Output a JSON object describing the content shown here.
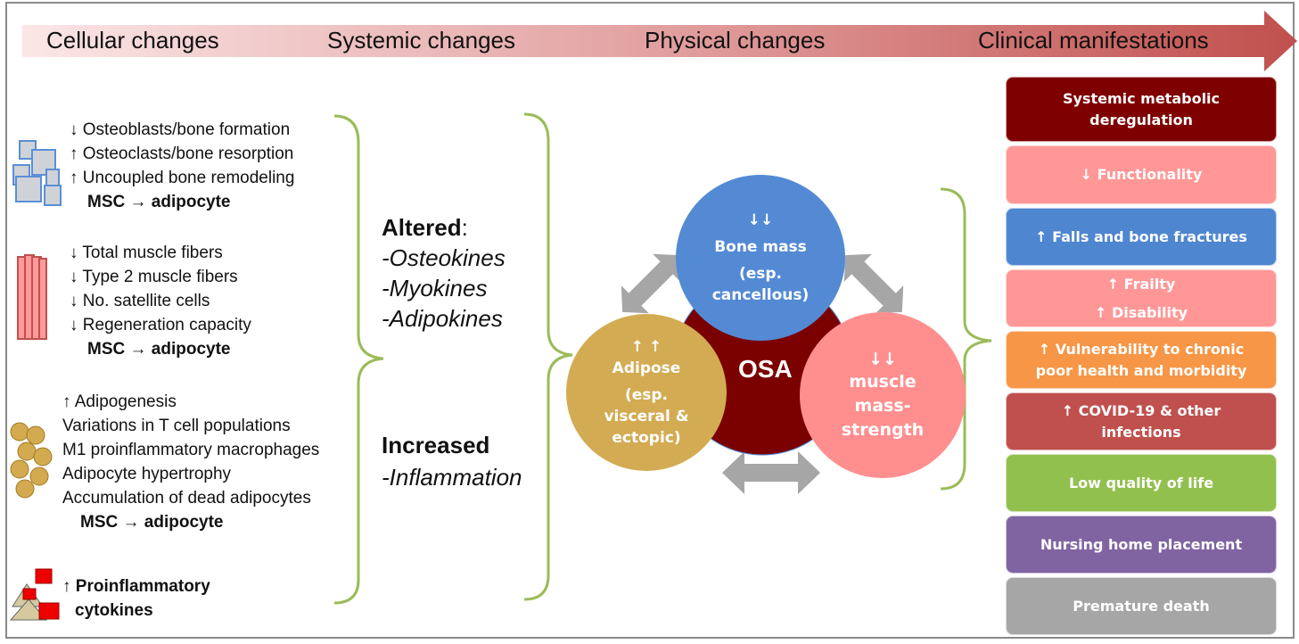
{
  "header": {
    "stages": [
      "Cellular changes",
      "Systemic changes",
      "Physical changes",
      "Clinical manifestations"
    ]
  },
  "cellular": {
    "bone": [
      "↓ Osteoblasts/bone formation",
      "↑ Osteoclasts/bone resorption",
      "↑ Uncoupled bone remodeling",
      "MSC → adipocyte"
    ],
    "muscle": [
      "↓ Total muscle fibers",
      "↓ Type 2 muscle fibers",
      "↓ No. satellite cells",
      "↓ Regeneration capacity",
      "MSC → adipocyte"
    ],
    "adipose": [
      "↑ Adipogenesis",
      "Variations in T cell populations",
      "M1 proinflammatory macrophages",
      "Adipocyte hypertrophy",
      "Accumulation of dead adipocytes",
      "MSC → adipocyte"
    ],
    "cytokines": {
      "arrow": "↑",
      "line1": "Proinflammatory",
      "line2": "cytokines"
    }
  },
  "systemic": {
    "altered": "Altered",
    "colon": ":",
    "altered_items": [
      "-Osteokines",
      "-Myokines",
      "-Adipokines"
    ],
    "increased": "Increased",
    "increased_items": [
      "-Inflammation"
    ]
  },
  "physical": {
    "center": "OSA",
    "bone": {
      "arrows": "↓↓",
      "title": "Bone mass",
      "sub": "(esp. cancellous)"
    },
    "adipose": {
      "arrows": "↑ ↑",
      "title": "Adipose",
      "sub": "(esp. visceral & ectopic)"
    },
    "muscle": {
      "arrows": "↓↓",
      "title": "muscle mass-strength"
    }
  },
  "clinical": [
    {
      "lines": [
        "Systemic metabolic",
        "deregulation"
      ],
      "color": "#7f0000"
    },
    {
      "lines": [
        "↓ Functionality"
      ],
      "color": "#ff9797"
    },
    {
      "lines": [
        "↑ Falls and bone fractures"
      ],
      "color": "#4f86d0"
    },
    {
      "lines": [
        "↑ Frailty",
        "↑  Disability"
      ],
      "color": "#ff9797"
    },
    {
      "lines": [
        "↑ Vulnerability to chronic",
        "poor health and morbidity"
      ],
      "color": "#f79646"
    },
    {
      "lines": [
        "↑ COVID-19 & other",
        "infections"
      ],
      "color": "#c0504d"
    },
    {
      "lines": [
        "Low quality of life"
      ],
      "color": "#92c04f"
    },
    {
      "lines": [
        "Nursing home placement"
      ],
      "color": "#8064a2"
    },
    {
      "lines": [
        "Premature death"
      ],
      "color": "#a6a6a6"
    }
  ]
}
